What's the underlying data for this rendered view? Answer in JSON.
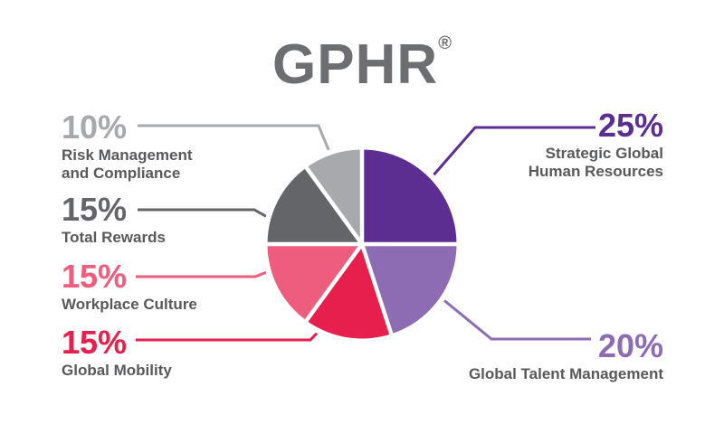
{
  "title": {
    "text": "GPHR",
    "mark": "®",
    "color": "#6d6e71"
  },
  "chart_data": {
    "type": "pie",
    "title": "GPHR®",
    "start_angle_deg": 0,
    "direction": "clockwise",
    "label_text_color": "#58595b",
    "background_color": "#ffffff",
    "separator_color": "#ffffff",
    "slices": [
      {
        "label": "Strategic Global\nHuman Resources",
        "pct_label": "25%",
        "value": 25,
        "color": "#5c2e91",
        "side": "right"
      },
      {
        "label": "Global Talent Management",
        "pct_label": "20%",
        "value": 20,
        "color": "#8d6cb3",
        "side": "right"
      },
      {
        "label": "Global Mobility",
        "pct_label": "15%",
        "value": 15,
        "color": "#e71f4c",
        "side": "left"
      },
      {
        "label": "Workplace Culture",
        "pct_label": "15%",
        "value": 15,
        "color": "#ef5d7e",
        "side": "left"
      },
      {
        "label": "Total Rewards",
        "pct_label": "15%",
        "value": 15,
        "color": "#636569",
        "side": "left"
      },
      {
        "label": "Risk Management\nand Compliance",
        "pct_label": "10%",
        "value": 10,
        "color": "#a7a9ac",
        "side": "left"
      }
    ]
  }
}
